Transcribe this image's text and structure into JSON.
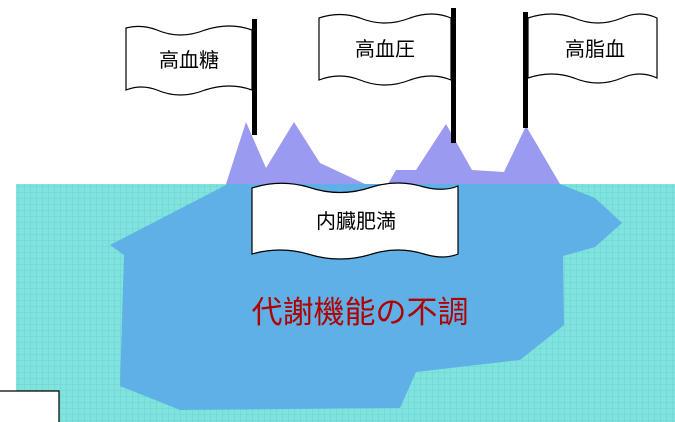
{
  "diagram": {
    "flags": [
      {
        "id": "blood-sugar",
        "label": "高血糖"
      },
      {
        "id": "blood-pressure",
        "label": "高血圧"
      },
      {
        "id": "blood-lipid",
        "label": "高脂血"
      }
    ],
    "banner_label": "内臓肥満",
    "center_label": "代謝機能の不調",
    "colors": {
      "water": "#7fe3de",
      "water_grid": "#5fc8c4",
      "iceberg_underwater": "#5fb0e6",
      "iceberg_peaks": "#9a9af0",
      "flagpole": "#000000",
      "center_text": "#b00000"
    }
  }
}
